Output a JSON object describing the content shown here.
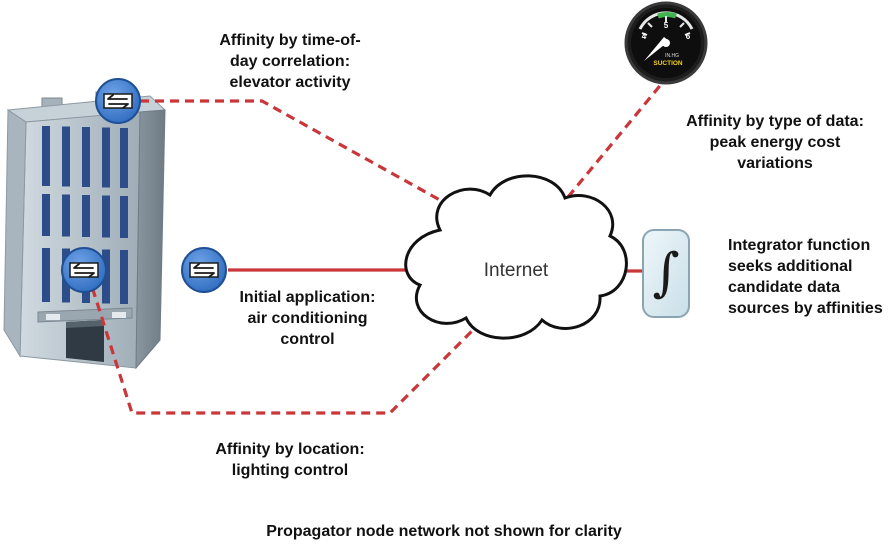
{
  "colors": {
    "link": "#c9373a",
    "node": "#3f7fd0",
    "building_light": "#b7c3cc",
    "building_dark": "#7e8b95",
    "window": "#2c4d8a",
    "cloud_fill": "#ffffff",
    "integrator_fill": "#dfeef3"
  },
  "labels": {
    "time_of_day": [
      "Affinity by time-of-",
      "day correlation:",
      "elevator activity"
    ],
    "type_of_data": [
      "Affinity by type of data:",
      "peak energy cost",
      "variations"
    ],
    "integrator": [
      "Integrator function",
      "seeks additional",
      "candidate data",
      "sources by affinities"
    ],
    "initial_app": [
      "Initial application:",
      "air conditioning",
      "control"
    ],
    "location": [
      "Affinity by location:",
      "lighting control"
    ],
    "footer": "Propagator node network not shown for clarity"
  },
  "cloud": {
    "label": "Internet"
  },
  "gauge": {
    "tick_left": "4",
    "tick_top": "5",
    "tick_right": "6",
    "unit": "IN.HG",
    "caption": "SUCTION"
  },
  "integrator": {
    "symbol": "∫"
  },
  "icons": [
    "building-icon",
    "propagator-node-icon",
    "gauge-icon",
    "integrator-icon",
    "internet-cloud-icon"
  ]
}
